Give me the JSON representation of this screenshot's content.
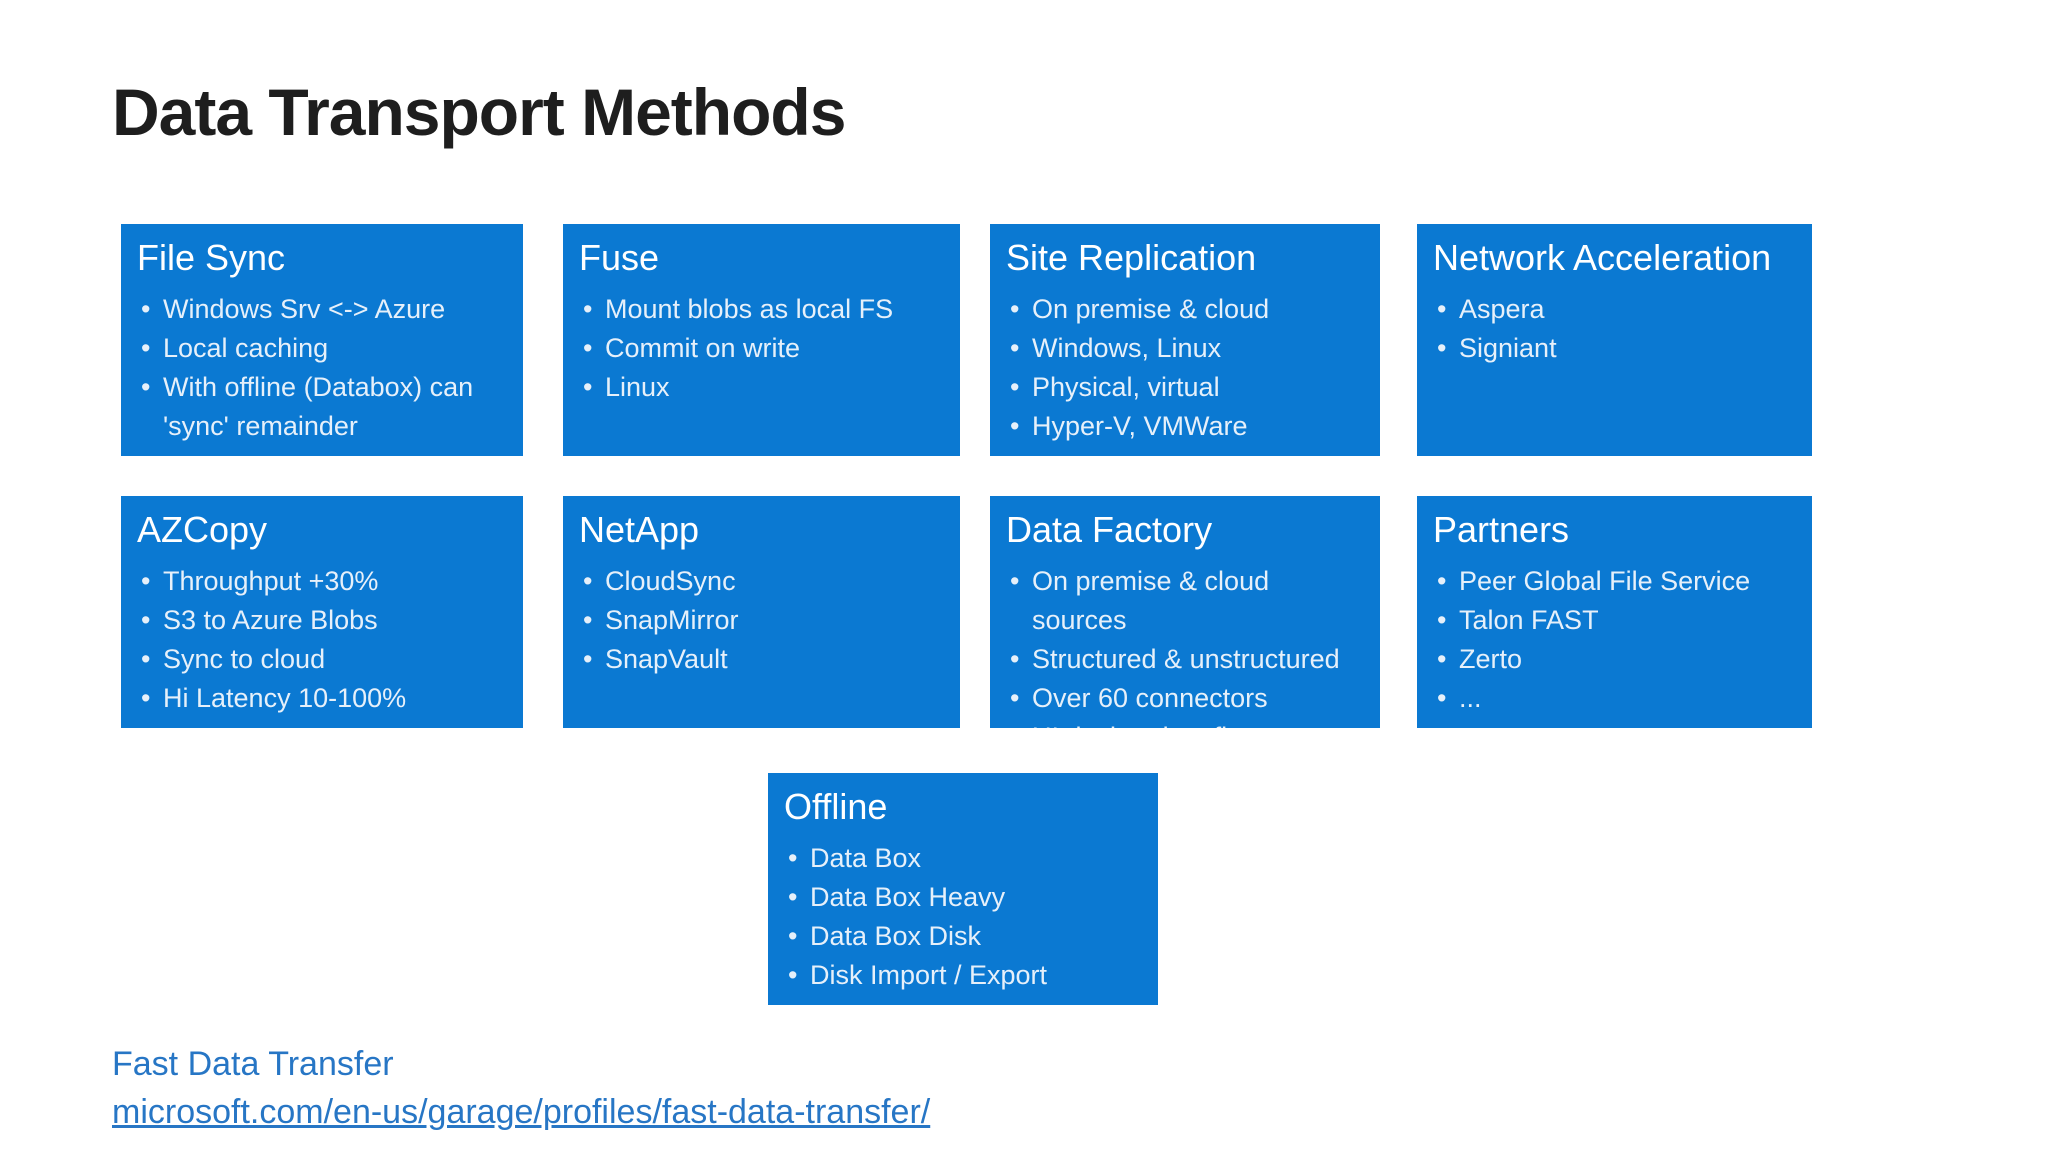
{
  "slide": {
    "title": "Data Transport Methods"
  },
  "colors": {
    "background": "#ffffff",
    "box_blue": "#0b79d2",
    "box_title_text": "#ffffff",
    "box_bullet_text": "#e6f0fa",
    "heading_text": "#1e1e1e",
    "link_blue": "#2776c5"
  },
  "boxes": [
    {
      "id": "file-sync",
      "title": "File Sync",
      "bullets": [
        "Windows Srv <-> Azure",
        "Local caching",
        "With offline (Databox) can 'sync' remainder"
      ]
    },
    {
      "id": "fuse",
      "title": "Fuse",
      "bullets": [
        "Mount blobs as local FS",
        "Commit on write",
        "Linux"
      ]
    },
    {
      "id": "site-replication",
      "title": "Site Replication",
      "bullets": [
        "On premise & cloud",
        "Windows, Linux",
        "Physical, virtual",
        "Hyper-V, VMWare"
      ]
    },
    {
      "id": "network-acceleration",
      "title": "Network Acceleration",
      "bullets": [
        "Aspera",
        "Signiant"
      ]
    },
    {
      "id": "azcopy",
      "title": "AZCopy",
      "bullets": [
        "Throughput +30%",
        "S3 to Azure Blobs",
        "Sync to cloud",
        "Hi Latency 10-100%"
      ]
    },
    {
      "id": "netapp",
      "title": "NetApp",
      "bullets": [
        "CloudSync",
        "SnapMirror",
        "SnapVault"
      ]
    },
    {
      "id": "data-factory",
      "title": "Data Factory",
      "bullets": [
        "On premise & cloud sources",
        "Structured & unstructured",
        "Over 60 connectors",
        "UI design data flow"
      ]
    },
    {
      "id": "partners",
      "title": "Partners",
      "bullets": [
        "Peer Global File Service",
        "Talon FAST",
        "Zerto",
        "..."
      ]
    },
    {
      "id": "offline",
      "title": "Offline",
      "bullets": [
        "Data Box",
        "Data Box Heavy",
        "Data Box Disk",
        "Disk Import / Export"
      ]
    }
  ],
  "footer": {
    "label": "Fast Data Transfer",
    "link": "microsoft.com/en-us/garage/profiles/fast-data-transfer/"
  }
}
